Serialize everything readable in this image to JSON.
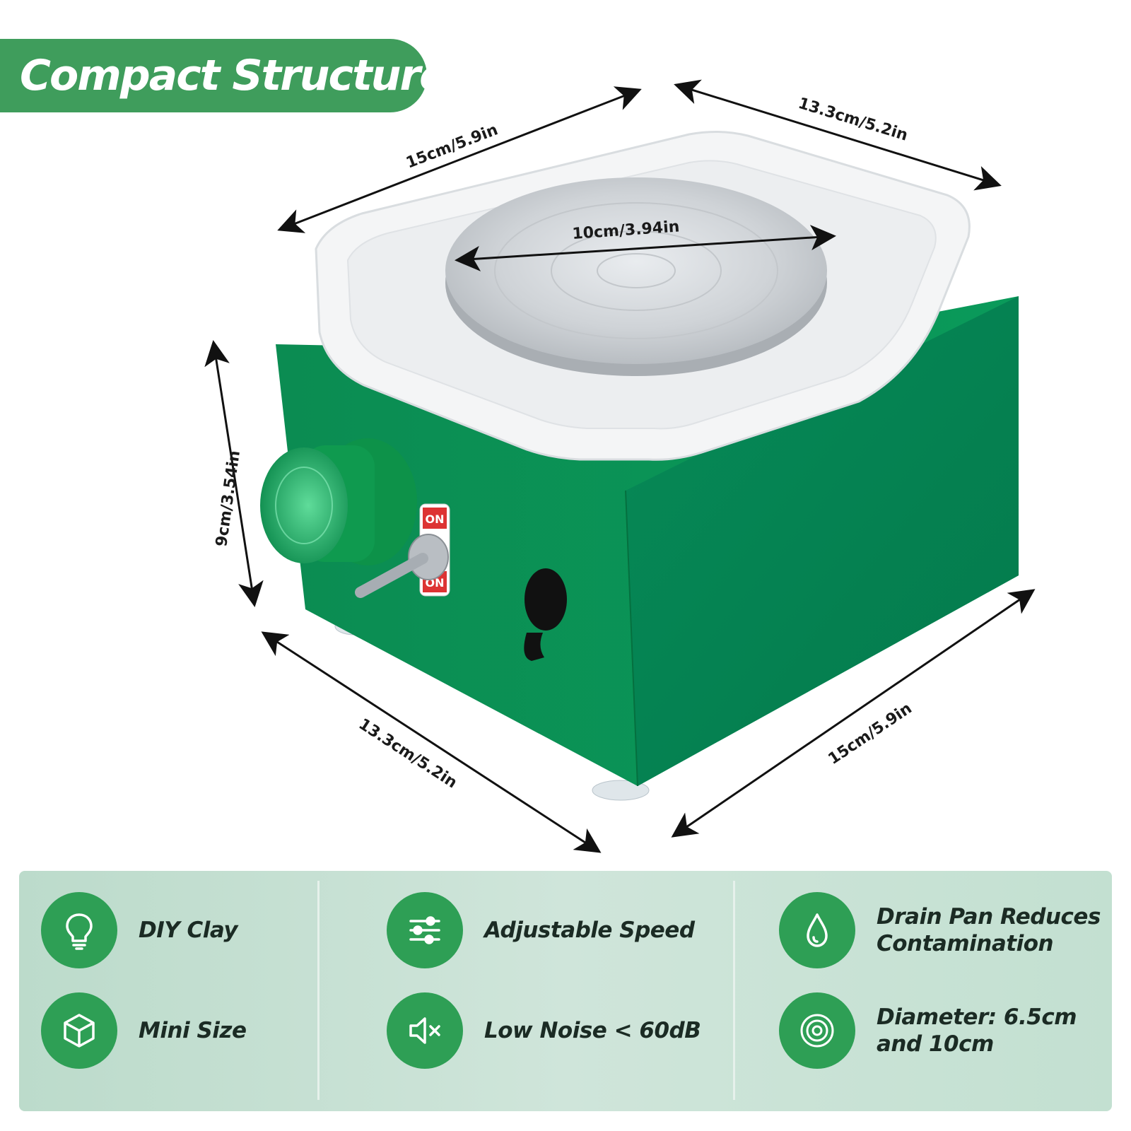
{
  "header": {
    "title": "Compact Structure"
  },
  "dimensions": {
    "top_left_width": "15cm/5.9in",
    "top_right_depth": "13.3cm/5.2in",
    "turntable_diameter": "10cm/3.94in",
    "height": "9cm/3.54in",
    "bottom_left_depth": "13.3cm/5.2in",
    "bottom_right_width": "15cm/5.9in"
  },
  "switch": {
    "on_top": "ON",
    "on_bottom": "ON"
  },
  "features": [
    {
      "label_line1": "DIY Clay",
      "label_line2": "",
      "icon": "lightbulb-icon"
    },
    {
      "label_line1": "Adjustable Speed",
      "label_line2": "",
      "icon": "sliders-icon"
    },
    {
      "label_line1": "Drain Pan Reduces",
      "label_line2": "Contamination",
      "icon": "water-drop-icon"
    },
    {
      "label_line1": "Mini Size",
      "label_line2": "",
      "icon": "cube-icon"
    },
    {
      "label_line1": "Low Noise < 60dB",
      "label_line2": "",
      "icon": "mute-speaker-icon"
    },
    {
      "label_line1": "Diameter: 6.5cm",
      "label_line2": "and 10cm",
      "icon": "concentric-circles-icon"
    }
  ],
  "colors": {
    "brand_green": "#3f9d5c",
    "body_green_front": "#0a8a52",
    "body_green_side": "#058154",
    "icon_circle": "#2e9f55"
  }
}
